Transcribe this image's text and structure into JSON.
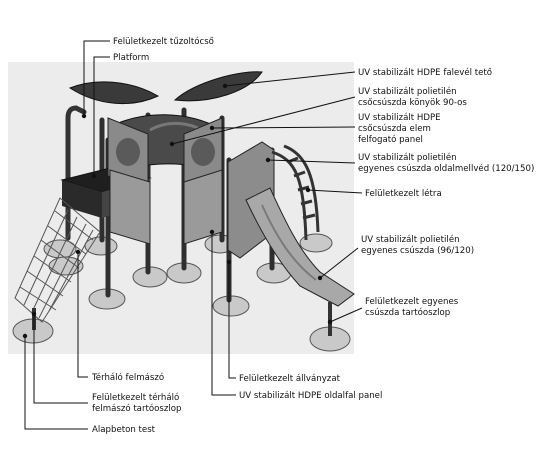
{
  "colors": {
    "panel_bg": "#ececec",
    "structure_dark": "#2a2a2a",
    "structure_mid": "#6a6a6a",
    "structure_light": "#a8a8a8",
    "base_fill": "#c8c8c8",
    "leader": "#111111"
  },
  "labels": {
    "fire_pole": "Felületkezelt tűzoltócső",
    "platform": "Platform",
    "roof": "UV stabilizált HDPE falevél tető",
    "elbow_line1": "UV stabilizált polietilén",
    "elbow_line2": "csőcsúszda könyök 90-os",
    "tube_line1": "UV stabilizált HDPE",
    "tube_line2": "csőcsúszda elem",
    "tube_line3": "felfogató panel",
    "sidewall_line1": "UV stabilizált polietilén",
    "sidewall_line2": "egyenes csúszda oldalmellvéd (120/150)",
    "ladder": "Felületkezelt létra",
    "slide_line1": "UV stabilizált polietilén",
    "slide_line2": "egyenes csúszda (96/120)",
    "slide_post_line1": "Felületkezelt egyenes",
    "slide_post_line2": "csúszda tartóoszlop",
    "frame": "Felületkezelt állványzat",
    "net_climber": "Térháló felmászó",
    "side_panel": "UV stabilizált HDPE oldalfal panel",
    "net_post_line1": "Felületkezelt térháló",
    "net_post_line2": "felmászó tartóoszlop",
    "concrete": "Alapbeton test"
  }
}
